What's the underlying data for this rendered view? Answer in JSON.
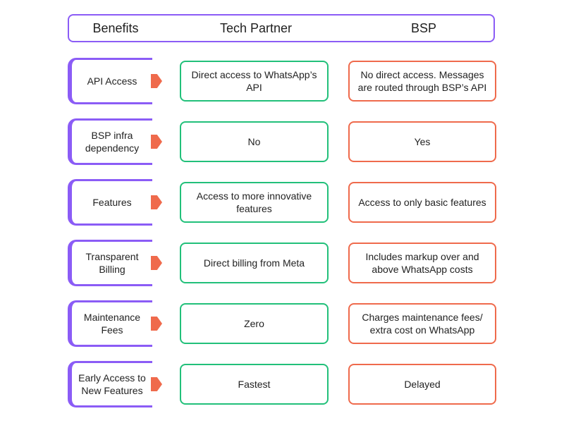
{
  "header": {
    "benefits": "Benefits",
    "tech_partner": "Tech Partner",
    "bsp": "BSP"
  },
  "rows": [
    {
      "benefit": "API Access",
      "tech": "Direct access to WhatsApp’s API",
      "bsp": "No direct access.  Messages are routed through BSP’s API"
    },
    {
      "benefit": "BSP infra dependency",
      "tech": "No",
      "bsp": "Yes"
    },
    {
      "benefit": "Features",
      "tech": "Access to more innovative features",
      "bsp": "Access to only basic features"
    },
    {
      "benefit": "Transparent Billing",
      "tech": "Direct billing from Meta",
      "bsp": "Includes markup over and above WhatsApp costs"
    },
    {
      "benefit": "Maintenance Fees",
      "tech": "Zero",
      "bsp": "Charges maintenance fees/ extra cost on WhatsApp"
    },
    {
      "benefit": "Early Access to New Features",
      "tech": "Fastest",
      "bsp": "Delayed"
    }
  ],
  "colors": {
    "benefit_border": "#8b5cf6",
    "tech_border": "#22c07a",
    "bsp_border": "#ef6a4c",
    "arrow": "#ef6a4c"
  }
}
